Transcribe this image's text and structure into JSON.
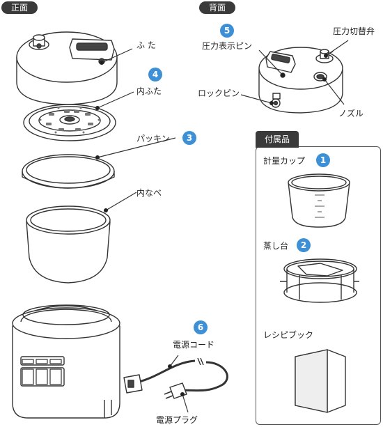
{
  "headings": {
    "front": "正面",
    "back": "背面"
  },
  "front_parts": {
    "lid": "ふ た",
    "inner_lid": "内ふた",
    "inner_lid_num": "4",
    "packing": "パッキン",
    "packing_num": "3",
    "inner_pot": "内なべ"
  },
  "back_parts": {
    "indicator_pin": "圧力表示ピン",
    "indicator_num": "5",
    "pressure_valve": "圧力切替弁",
    "lock_pin": "ロックピン",
    "nozzle": "ノズル"
  },
  "cord": {
    "cord_label": "電源コード",
    "cord_num": "6",
    "plug_label": "電源プラグ"
  },
  "accessories": {
    "title": "付属品",
    "cup": "計量カップ",
    "cup_num": "1",
    "steam_rack": "蒸し台",
    "steam_num": "2",
    "recipe_book": "レシピブック"
  }
}
